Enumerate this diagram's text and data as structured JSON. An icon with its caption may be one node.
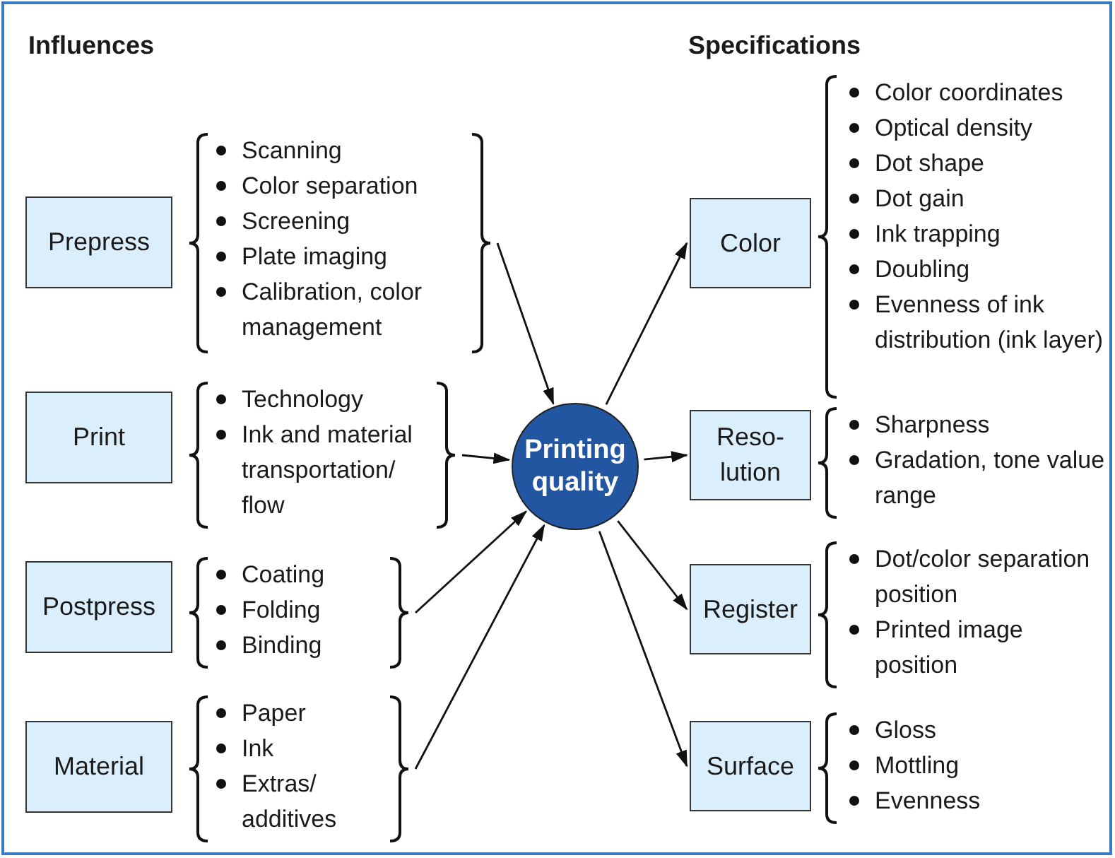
{
  "diagram": {
    "nodes": [
      {
        "text": [
          "Prepress"
        ]
      },
      {
        "text": [
          "Scanning",
          "Color separation",
          "Screening",
          "Plate imaging",
          "Calibration, color management"
        ]
      },
      {
        "text": [
          "Print"
        ]
      },
      {
        "text": [
          "Technology",
          "Ink and material transportation/ flow"
        ]
      },
      {
        "text": [
          "Postpress"
        ]
      },
      {
        "text": [
          "Coating",
          "Folding",
          "Binding"
        ]
      },
      {
        "text": [
          "Material"
        ]
      },
      {
        "text": [
          "Paper",
          "Ink",
          "Extras/ additives"
        ]
      },
      {
        "text": [
          "Printing quality"
        ]
      },
      {
        "text": [
          "Color"
        ],
        "beside": [
          "Color coordinates",
          "Optical density",
          "Dot shape",
          "Dot gain",
          "Ink trapping",
          "Doubling",
          "Evenness of ink distribution (ink layer)"
        ]
      },
      {
        "text": [
          "Reso- lution"
        ],
        "beside": [
          "Sharpness",
          "Gradation, tone value range"
        ]
      },
      {
        "text": [
          "Register"
        ],
        "beside": [
          "Dot/color separation position",
          "Printed image position"
        ]
      },
      {
        "text": [
          "Surface"
        ],
        "beside": [
          "Gloss",
          "Mottling",
          "Evenness"
        ]
      }
    ],
    "edges": [
      {
        "from": 1,
        "to": 8,
        "arrow": "to"
      },
      {
        "from": 3,
        "to": 8,
        "arrow": "to"
      },
      {
        "from": 5,
        "to": 8,
        "arrow": "to"
      },
      {
        "from": 7,
        "to": 8,
        "arrow": "to"
      },
      {
        "from": 8,
        "to": 9,
        "arrow": "to"
      },
      {
        "from": 8,
        "to": 10,
        "arrow": "to"
      },
      {
        "from": 8,
        "to": 11,
        "arrow": "to"
      },
      {
        "from": 8,
        "to": 12,
        "arrow": "to"
      }
    ],
    "labels": [
      "Influences",
      "Specifications"
    ]
  }
}
